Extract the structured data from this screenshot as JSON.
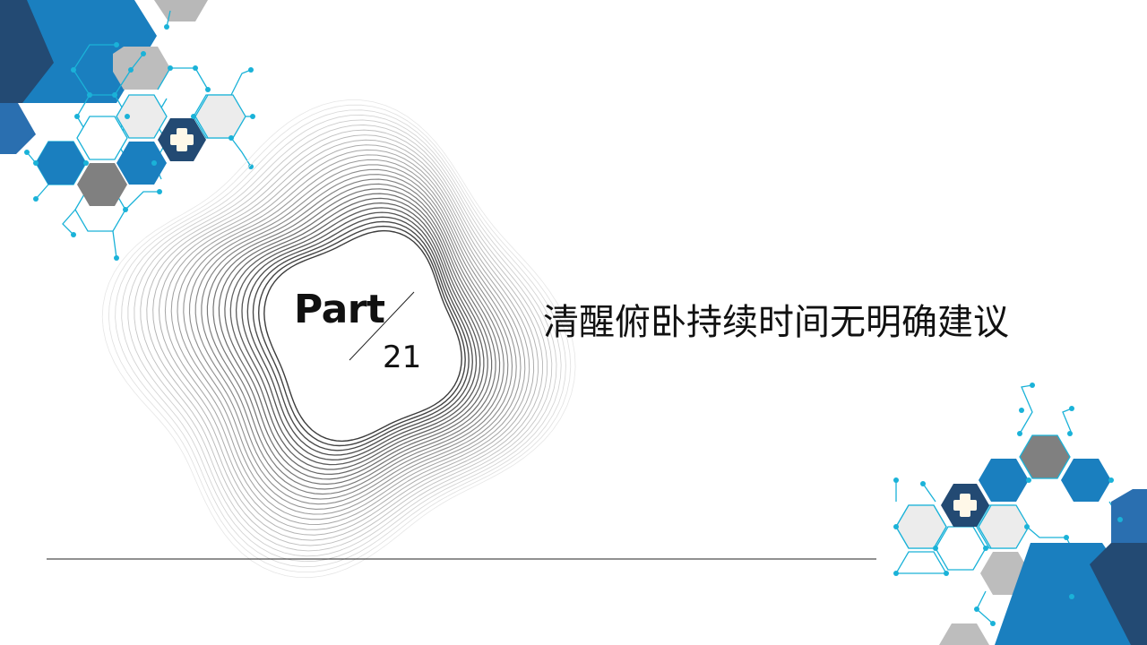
{
  "slide": {
    "part_label": "Part",
    "part_number": "21",
    "title": "清醒俯卧持续时间无明确建议"
  },
  "colors": {
    "blue": "#1a7fbf",
    "dark_blue": "#234a73",
    "light_blue": "#2a9fd6",
    "gray": "#808080",
    "light_gray": "#e6e6e6",
    "node": "#1ab2d8",
    "line_dark": "#222222"
  },
  "icons": {
    "medical_badge_top": "medical-cross-icon",
    "medical_badge_bottom": "medical-cross-icon"
  }
}
